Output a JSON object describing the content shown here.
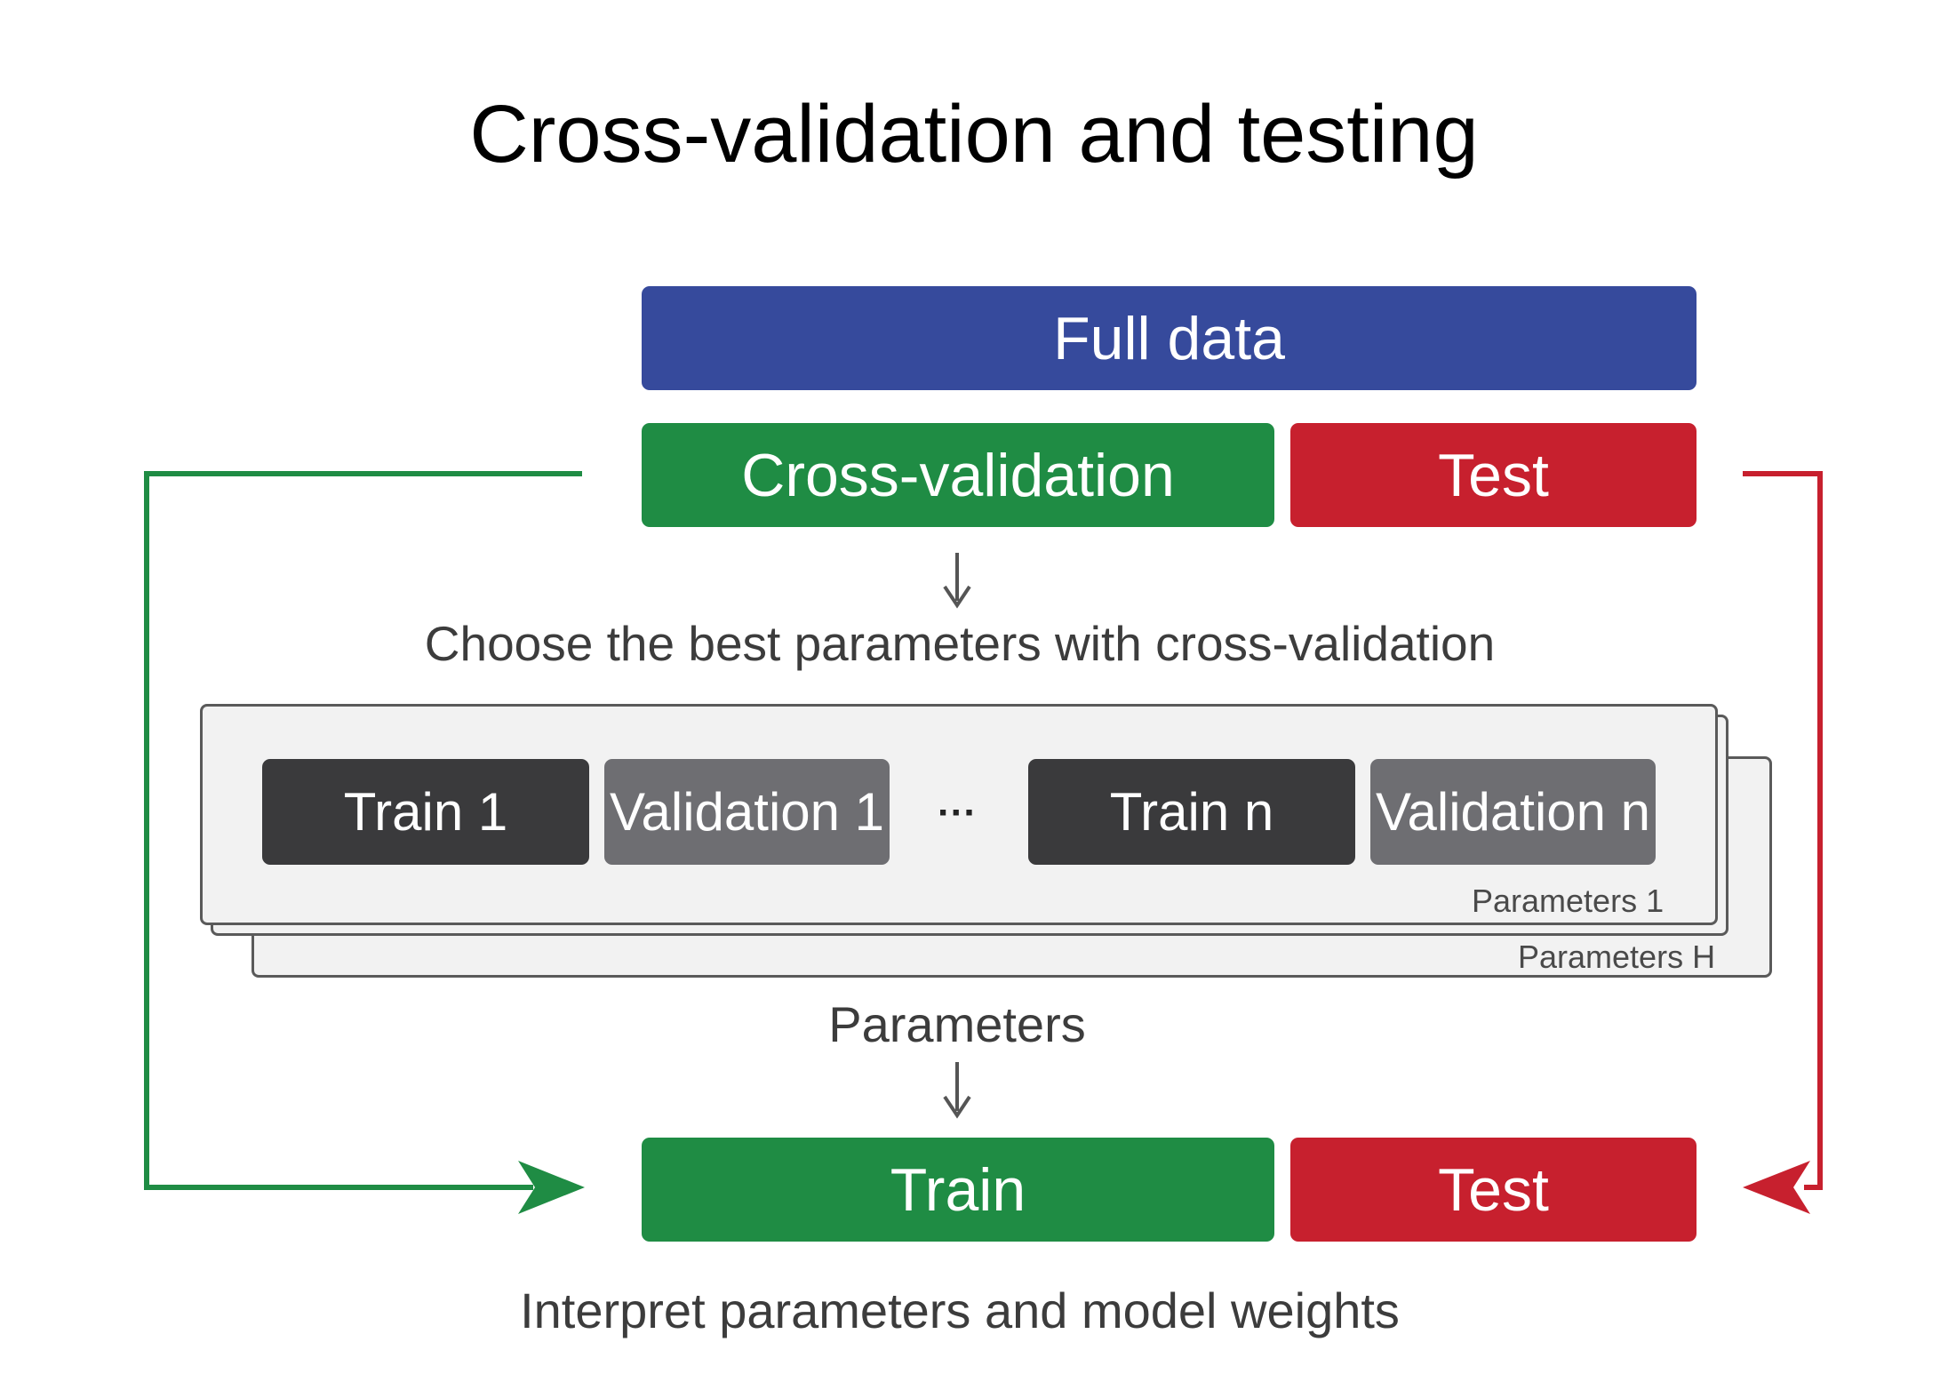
{
  "title": "Cross-validation and testing",
  "colors": {
    "full_data": "#364a9c",
    "cross_validation": "#1f8c44",
    "test": "#c7202e",
    "train_fold": "#3a3a3c",
    "validation_fold": "#6e6e72",
    "panel": "#f2f2f2",
    "caption": "#3c3c3c"
  },
  "blocks": {
    "full_data": "Full data",
    "cross_validation": "Cross-validation",
    "test_top": "Test",
    "train_final": "Train",
    "test_final": "Test"
  },
  "captions": {
    "choose": "Choose the best parameters with cross-validation",
    "parameters": "Parameters",
    "interpret": "Interpret parameters and model weights"
  },
  "folds": {
    "train_1": "Train 1",
    "validation_1": "Validation 1",
    "ellipsis": "···",
    "train_n": "Train n",
    "validation_n": "Validation n"
  },
  "panels": {
    "front_label": "Parameters 1",
    "back_label": "Parameters H"
  }
}
